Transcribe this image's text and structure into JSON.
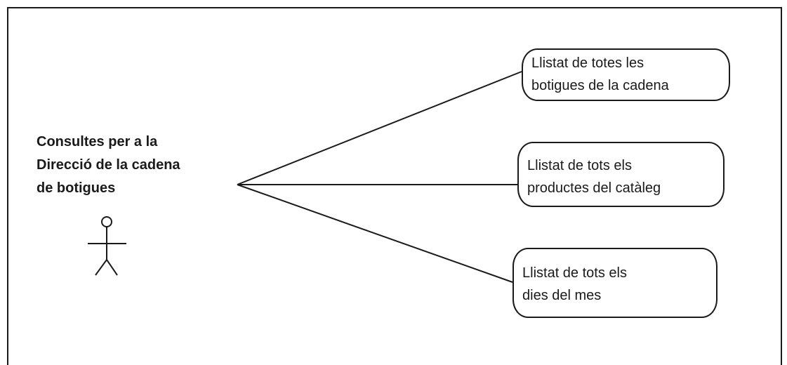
{
  "diagram": {
    "actor": {
      "label_lines": [
        "Consultes per a la",
        "Direcció de la cadena",
        "de botigues"
      ],
      "icon": "stick-figure-actor-icon"
    },
    "use_cases": [
      {
        "lines": [
          "Llistat de totes les",
          "botigues de la cadena"
        ]
      },
      {
        "lines": [
          "Llistat de tots els",
          "productes del catàleg"
        ]
      },
      {
        "lines": [
          "Llistat de tots els",
          "dies del mes"
        ]
      }
    ],
    "colors": {
      "stroke": "#1a1a1a",
      "background": "#ffffff"
    }
  }
}
